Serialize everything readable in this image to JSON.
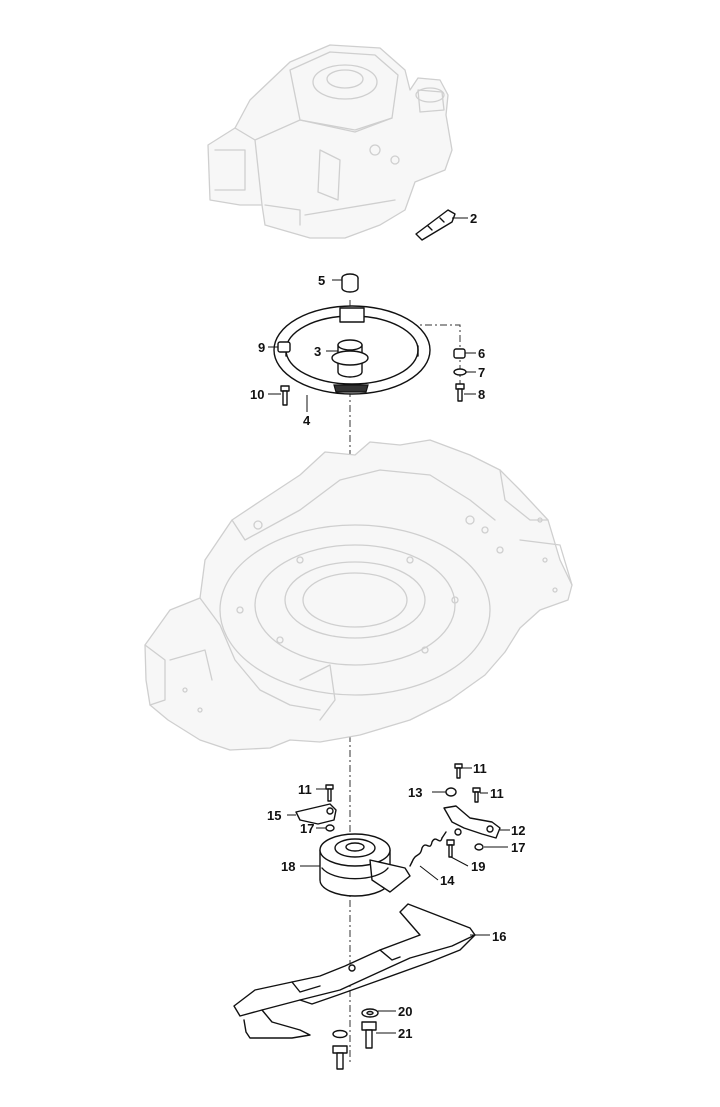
{
  "diagram": {
    "type": "exploded-parts-view",
    "callouts": [
      {
        "key": "c2",
        "label": "2"
      },
      {
        "key": "c5",
        "label": "5"
      },
      {
        "key": "c9",
        "label": "9"
      },
      {
        "key": "c3",
        "label": "3"
      },
      {
        "key": "c6",
        "label": "6"
      },
      {
        "key": "c7",
        "label": "7"
      },
      {
        "key": "c8",
        "label": "8"
      },
      {
        "key": "c10",
        "label": "10"
      },
      {
        "key": "c4",
        "label": "4"
      },
      {
        "key": "c11a",
        "label": "11"
      },
      {
        "key": "c11b",
        "label": "11"
      },
      {
        "key": "c11c",
        "label": "11"
      },
      {
        "key": "c13",
        "label": "13"
      },
      {
        "key": "c15",
        "label": "15"
      },
      {
        "key": "c12",
        "label": "12"
      },
      {
        "key": "c17a",
        "label": "17"
      },
      {
        "key": "c17b",
        "label": "17"
      },
      {
        "key": "c18",
        "label": "18"
      },
      {
        "key": "c16",
        "label": "16"
      },
      {
        "key": "c14",
        "label": "14"
      },
      {
        "key": "c19",
        "label": "19"
      },
      {
        "key": "c20",
        "label": "20"
      },
      {
        "key": "c21",
        "label": "21"
      }
    ]
  },
  "colors": {
    "ghost_line": "#cfcfcf",
    "part_line": "#111111",
    "background": "#ffffff"
  }
}
